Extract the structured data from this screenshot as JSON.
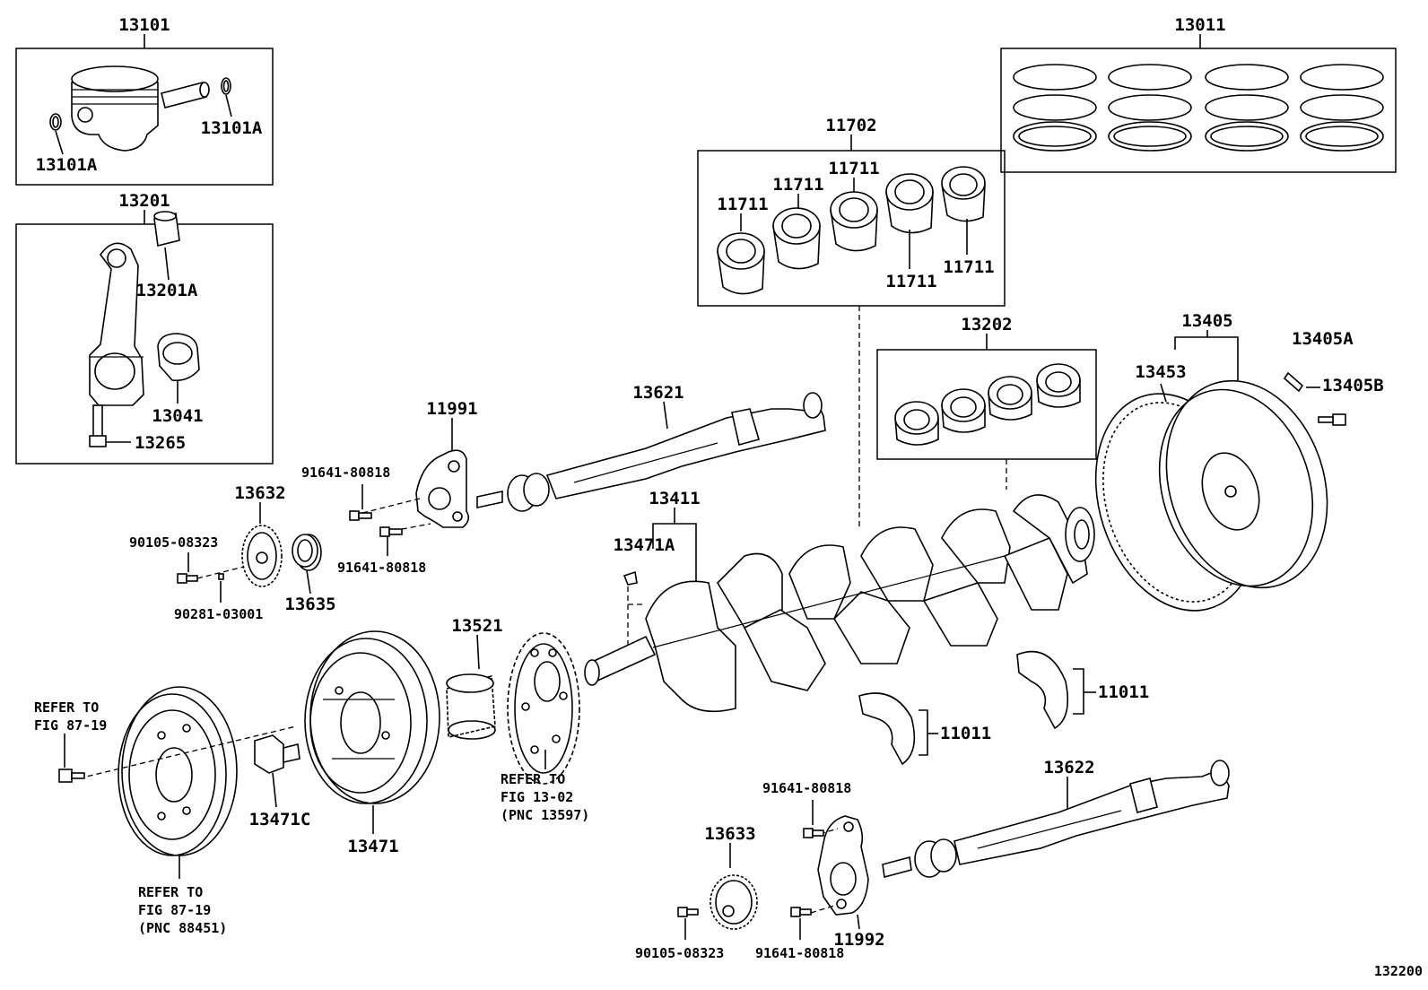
{
  "labels": {
    "p13101": "13101",
    "p13101a_r": "13101A",
    "p13101a_l": "13101A",
    "p13201": "13201",
    "p13201a": "13201A",
    "p13041": "13041",
    "p13265": "13265",
    "p13011": "13011",
    "p11702": "11702",
    "p11711_1": "11711",
    "p11711_2": "11711",
    "p11711_3": "11711",
    "p11711_4": "11711",
    "p11711_5": "11711",
    "p13202": "13202",
    "p13405": "13405",
    "p13405a": "13405A",
    "p13405b": "13405B",
    "p13453": "13453",
    "p11991": "11991",
    "p13621": "13621",
    "p91641_a": "91641-80818",
    "p91641_b": "91641-80818",
    "p13632": "13632",
    "p90105_a": "90105-08323",
    "p90281": "90281-03001",
    "p13635": "13635",
    "p13411": "13411",
    "p13471a": "13471A",
    "p13521": "13521",
    "p13471": "13471",
    "p13471c": "13471C",
    "p11011_r": "11011",
    "p11011_l": "11011",
    "p13622": "13622",
    "p91641_c": "91641-80818",
    "p13633": "13633",
    "p90105_b": "90105-08323",
    "p91641_d": "91641-80818",
    "p11992": "11992",
    "fig_id": "132200"
  },
  "notes": {
    "refer_87_top_1": "REFER TO",
    "refer_87_top_2": "FIG 87-19",
    "refer_87_bot_1": "REFER TO",
    "refer_87_bot_2": "FIG 87-19",
    "refer_87_bot_3": "(PNC 88451)",
    "refer_13_1": "REFER TO",
    "refer_13_2": "FIG 13-02",
    "refer_13_3": "(PNC 13597)"
  }
}
